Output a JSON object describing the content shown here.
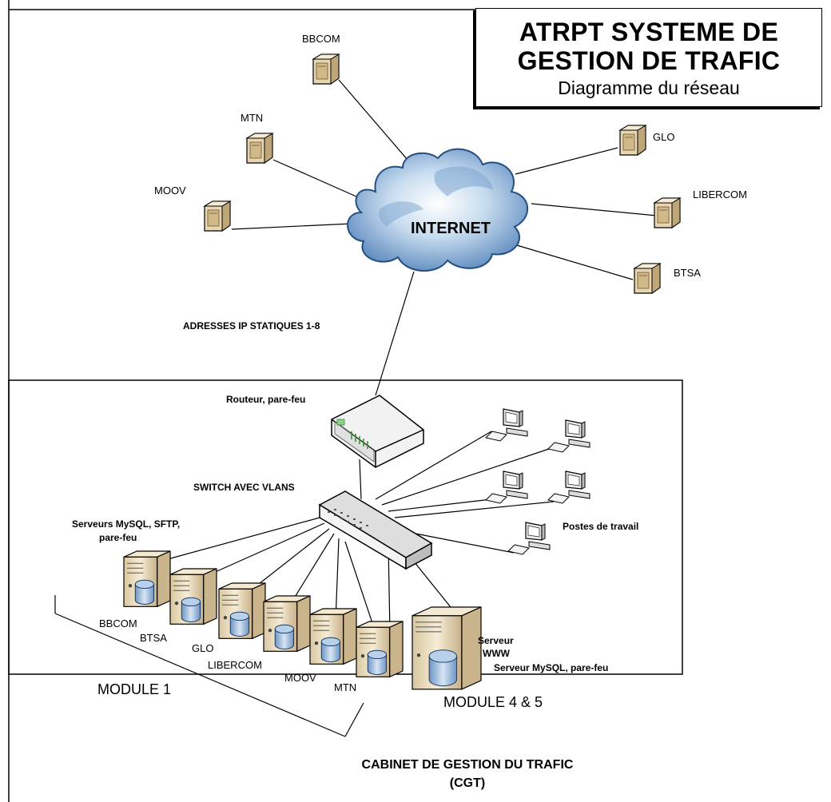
{
  "title": {
    "line1": "ATRPT SYSTEME DE",
    "line2": "GESTION DE TRAFIC",
    "subtitle": "Diagramme du réseau"
  },
  "internet": {
    "label": "INTERNET"
  },
  "external_operators": [
    "BBCOM",
    "MTN",
    "MOOV",
    "GLO",
    "LIBERCOM",
    "BTSA"
  ],
  "link_label": "ADRESSES IP STATIQUES 1-8",
  "cabinet": {
    "router_label": "Routeur, pare-feu",
    "switch_label": "SWITCH AVEC VLANS",
    "servers_label_line1": "Serveurs MySQL, SFTP,",
    "servers_label_line2": "pare-feu",
    "workstations_label": "Postes de travail",
    "module1_servers": [
      "BBCOM",
      "BTSA",
      "GLO",
      "LIBERCOM",
      "MOOV",
      "MTN"
    ],
    "module1_label": "MODULE 1",
    "module45_label": "MODULE 4 & 5",
    "www_label_line1": "Serveur",
    "www_label_line2": "WWW",
    "www_label_line3": "Serveur MySQL, pare-feu",
    "name_line1": "CABINET DE GESTION DU TRAFIC",
    "name_line2": "(CGT)"
  },
  "colors": {
    "cloud_dark": "#3f6fa6",
    "cloud_light": "#dbe8f5",
    "server_beige": "#efe2c6",
    "server_shade": "#c9b48c",
    "router_led": "#2e8b2e"
  },
  "icons": [
    "server-icon",
    "cloud-icon",
    "router-icon",
    "switch-icon",
    "workstation-icon",
    "database-icon"
  ]
}
